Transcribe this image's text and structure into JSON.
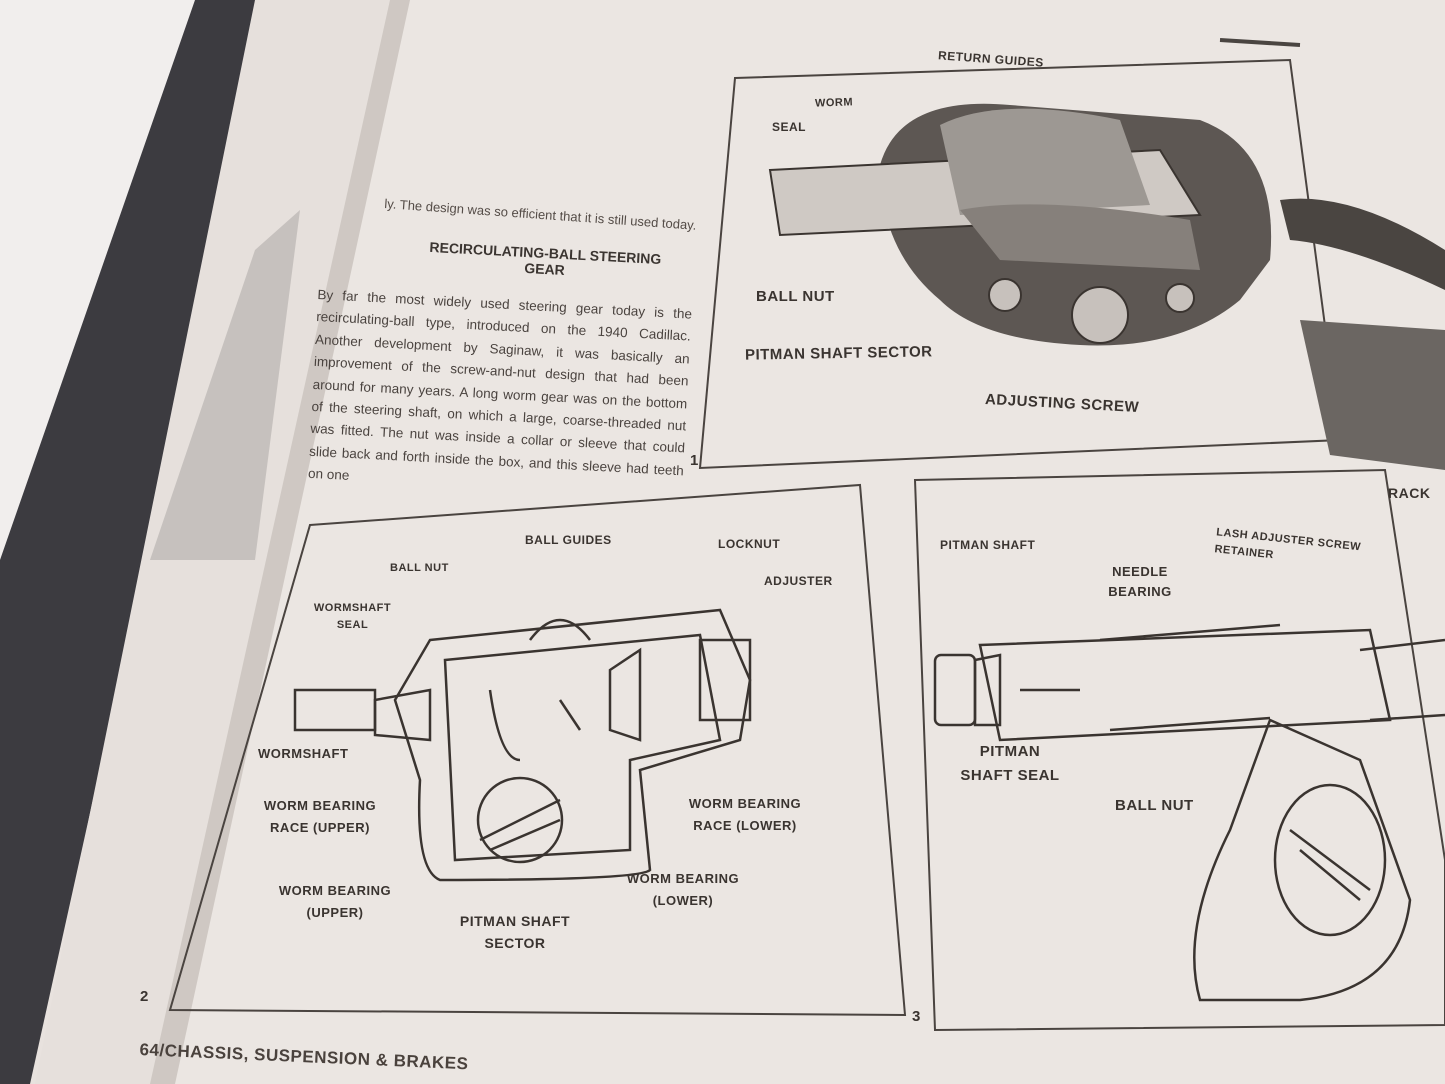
{
  "article": {
    "heading": "RECIRCULATING-BALL STEERING GEAR",
    "paragraph": "By far the most widely used steering gear today is the recirculating-ball type, introduced on the 1940 Cadillac. Another development by Saginaw, it was basically an improvement of the screw-and-nut design that had been around for many years. A long worm gear was on the bottom of the steering shaft, on which a large, coarse-threaded nut was fitted. The nut was inside a collar or sleeve that could slide back and forth inside the box, and this sleeve had teeth on one",
    "top_fragment": "ly. The design was so efficient that it is still used today."
  },
  "figure1": {
    "number": "1",
    "labels": {
      "worm": "WORM",
      "return_guides": "RETURN GUIDES",
      "seal": "SEAL",
      "ball_nut": "BALL NUT",
      "pitman_shaft_sector": "PITMAN SHAFT SECTOR",
      "adjusting_screw": "ADJUSTING SCREW"
    }
  },
  "figure2": {
    "number": "2",
    "labels": {
      "ball_guides": "BALL GUIDES",
      "locknut": "LOCKNUT",
      "ball_nut": "BALL NUT",
      "adjuster": "ADJUSTER",
      "wormshaft_seal": "WORMSHAFT SEAL",
      "wormshaft": "WORMSHAFT",
      "worm_bearing_race_upper": "WORM BEARING RACE (UPPER)",
      "worm_bearing_race_lower": "WORM BEARING RACE (LOWER)",
      "worm_bearing_upper": "WORM BEARING (UPPER)",
      "worm_bearing_lower": "WORM BEARING (LOWER)",
      "pitman_shaft_sector": "PITMAN SHAFT SECTOR"
    }
  },
  "figure3": {
    "number": "3",
    "labels": {
      "pitman_shaft": "PITMAN SHAFT",
      "lash_adjuster": "LASH ADJUSTER SCREW RETAINER",
      "needle_bearing": "NEEDLE BEARING",
      "pitman_shaft_seal": "PITMAN SHAFT SEAL",
      "ball_nut": "BALL NUT"
    }
  },
  "right_page": {
    "heading": "RACK"
  },
  "footer": "64/CHASSIS, SUSPENSION & BRAKES",
  "colors": {
    "paper": "#ece7e3",
    "ink": "#3a3430",
    "cover": "#3b3a3e",
    "cloth": "#efebea"
  }
}
